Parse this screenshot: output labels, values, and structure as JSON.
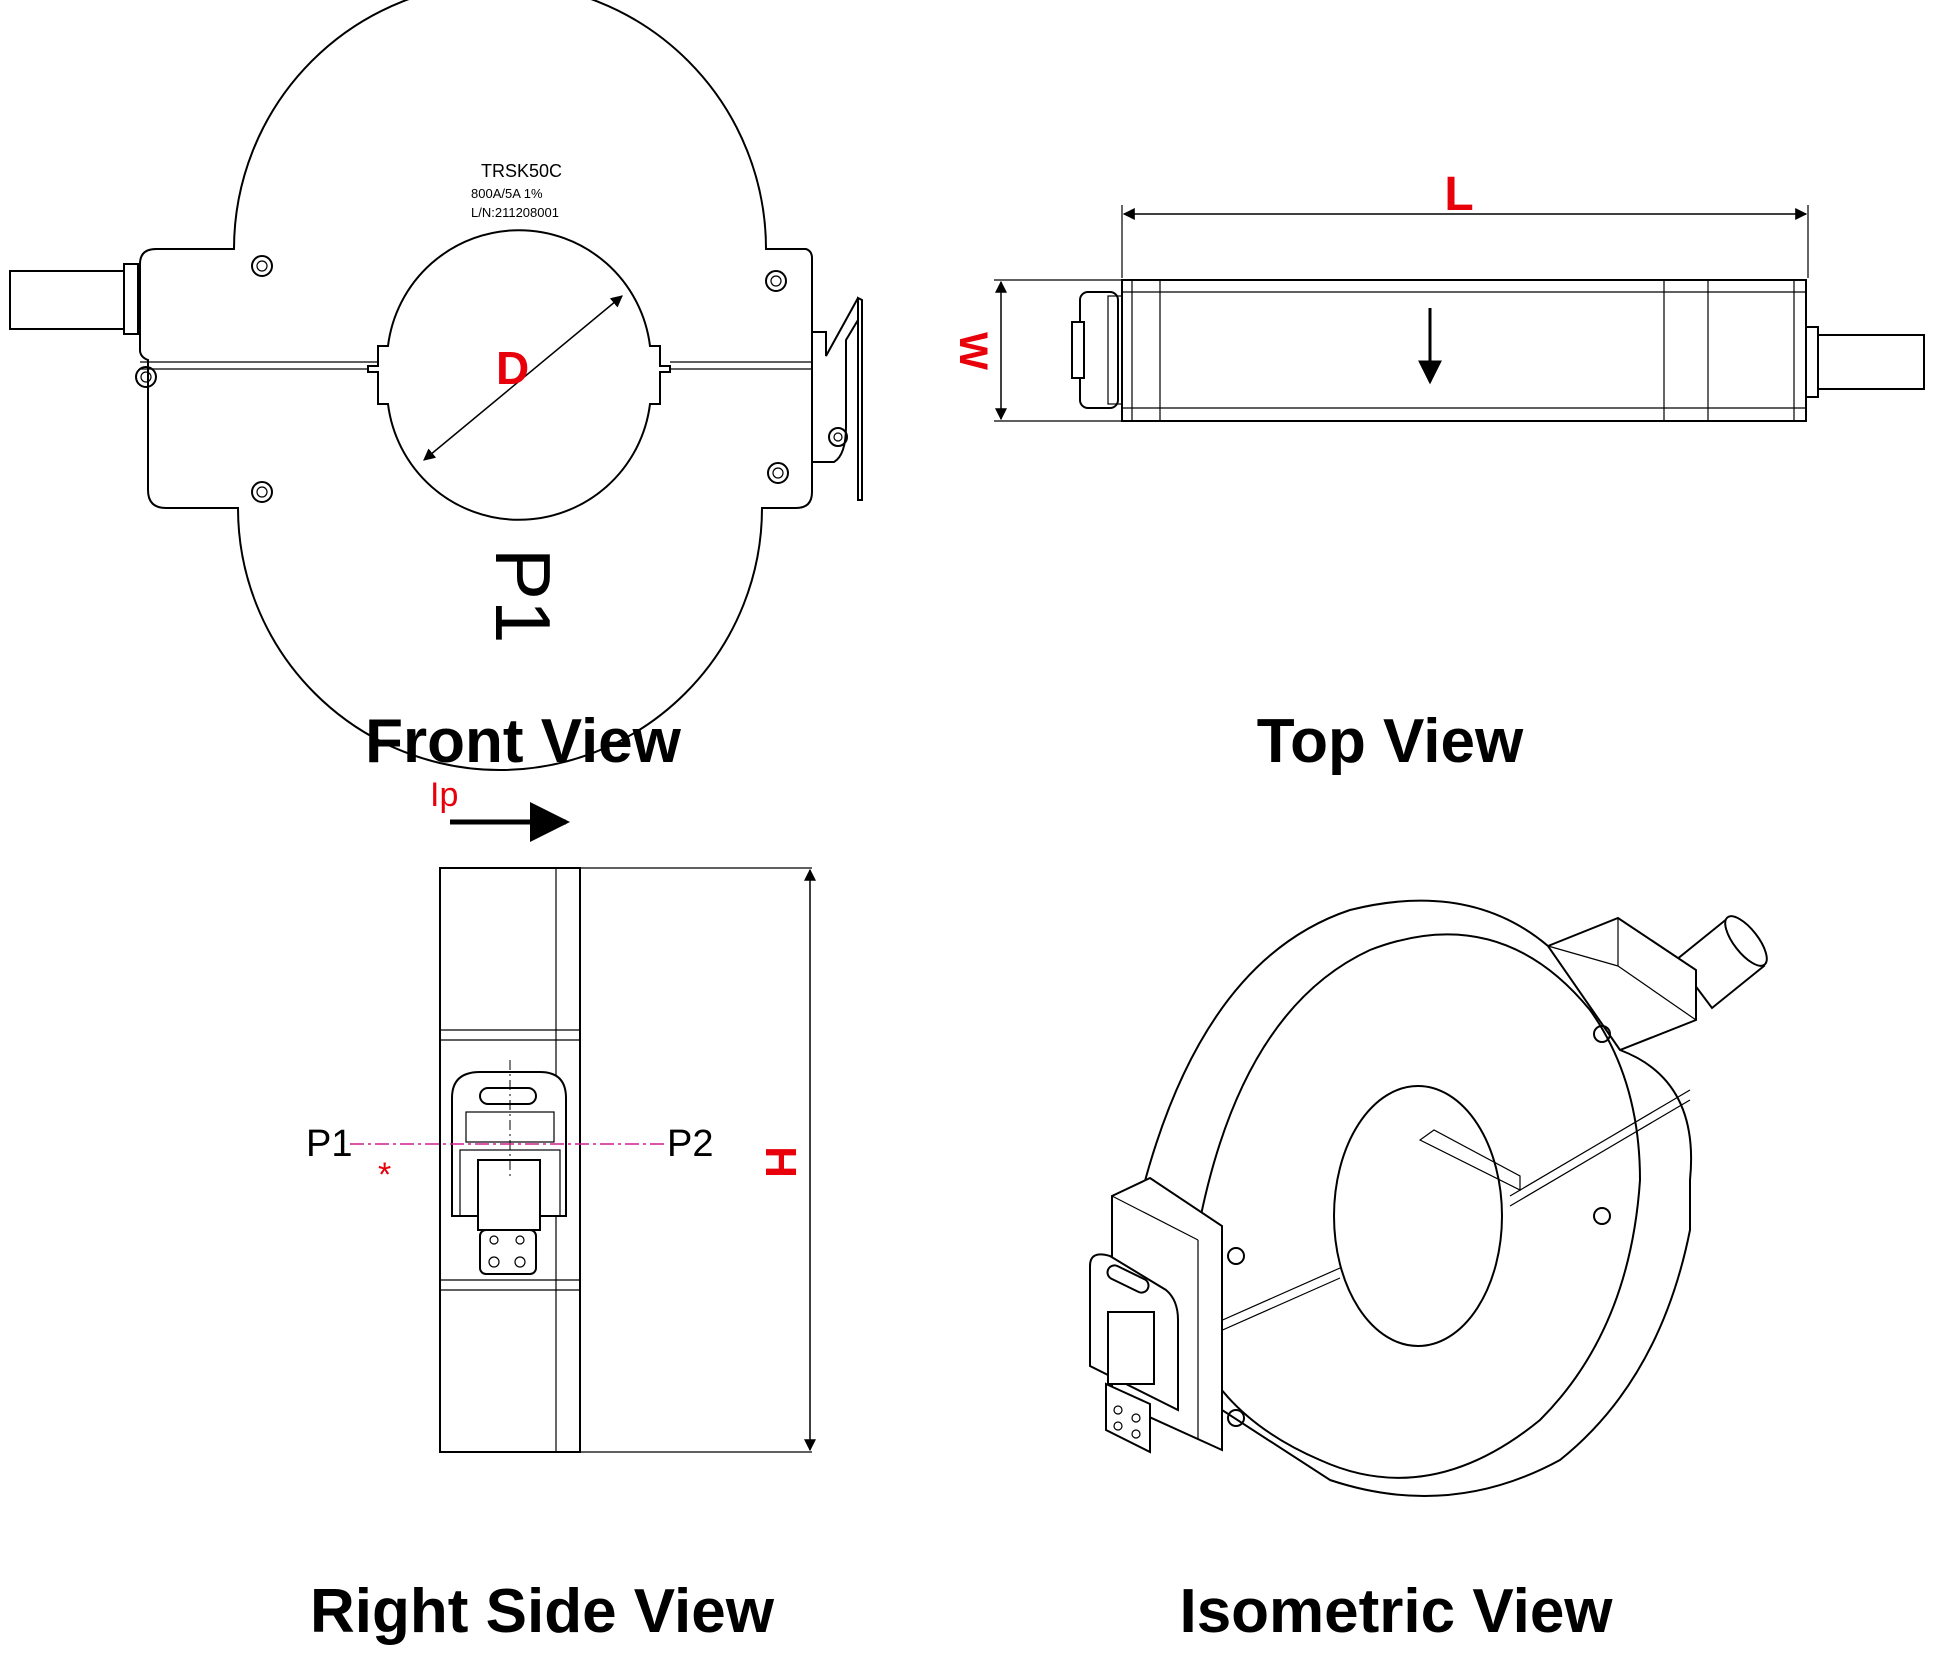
{
  "views": {
    "front": {
      "caption": "Front View",
      "label_model": "TRSK50C",
      "label_rating": "800A/5A   1%",
      "label_serial": "L/N:211208001",
      "dimension_d": "D",
      "terminal_p1": "P1"
    },
    "top": {
      "caption": "Top View",
      "dimension_l": "L",
      "dimension_w": "W"
    },
    "side": {
      "caption": "Right Side View",
      "current_label": "Ip",
      "terminal_p1": "P1",
      "terminal_p2": "P2",
      "polarity_mark": "*",
      "dimension_h": "H"
    },
    "isometric": {
      "caption": "Isometric View"
    }
  },
  "colors": {
    "line": "#000000",
    "dimension": "#e8000b",
    "centerline": "#d21c8f",
    "background": "#ffffff"
  }
}
